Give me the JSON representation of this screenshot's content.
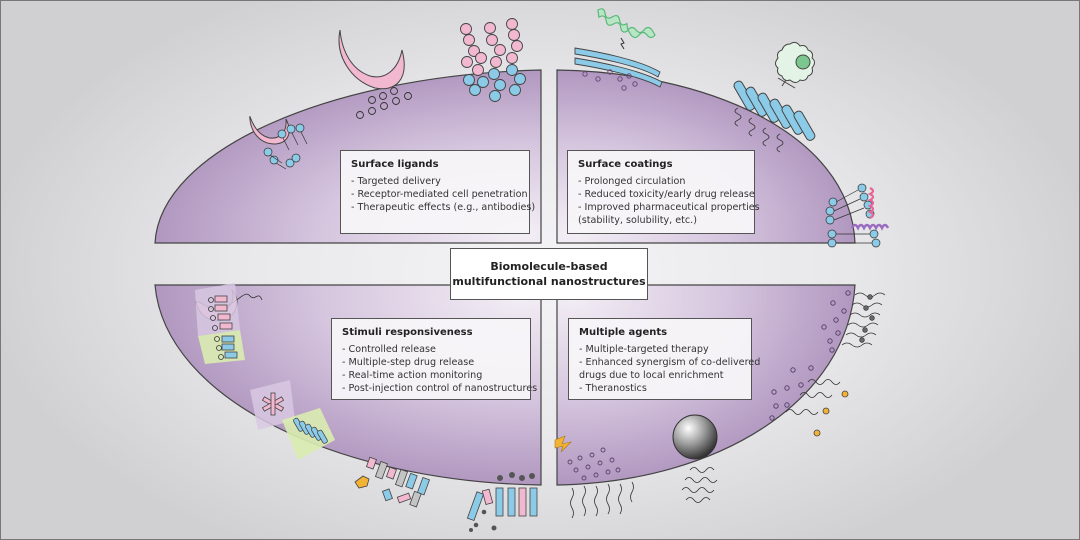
{
  "title": {
    "line1": "Biomolecule-based",
    "line2": "multifunctional nanostructures"
  },
  "quadrants": [
    {
      "id": "surface-ligands",
      "heading": "Surface ligands",
      "items": [
        "- Targeted delivery",
        "- Receptor-mediated cell penetration",
        "- Therapeutic effects (e.g., antibodies)"
      ]
    },
    {
      "id": "surface-coatings",
      "heading": "Surface coatings",
      "items": [
        "- Prolonged circulation",
        "- Reduced toxicity/early drug release",
        "- Improved pharmaceutical properties",
        "(stability, solubility, etc.)"
      ]
    },
    {
      "id": "stimuli-responsiveness",
      "heading": "Stimuli responsiveness",
      "items": [
        "- Controlled release",
        "- Multiple-step drug release",
        "- Real-time action monitoring",
        "- Post-injection control of nanostructures"
      ]
    },
    {
      "id": "multiple-agents",
      "heading": "Multiple agents",
      "items": [
        "- Multiple-targeted therapy",
        "- Enhanced synergism of co-delivered",
        "drugs due to local enrichment",
        "- Theranostics"
      ]
    }
  ],
  "colors": {
    "quadrant_fill": "#b9a2c6",
    "quadrant_light": "#e9e0ee",
    "outline": "#444444",
    "pink": "#f0b8d0",
    "blue": "#8ccbe8",
    "green": "#a8dcb0",
    "purple": "#9a6cc0",
    "orange": "#f2b233",
    "lime_panel": "#d9ecb0",
    "lilac_panel": "#d8c8e2",
    "gray": "#c4c4c4"
  },
  "icons": [
    "crescent-ligand-icon",
    "lipid-bilayer-icon",
    "charge-dots-icon",
    "bead-chain-icon",
    "coating-strand-icon",
    "helix-peptide-icon",
    "cell-icon",
    "cylinder-array-icon",
    "polymer-brush-icon",
    "nanosphere-icon",
    "lightning-icon",
    "star-crosslinker-icon",
    "block-cluster-icon"
  ]
}
